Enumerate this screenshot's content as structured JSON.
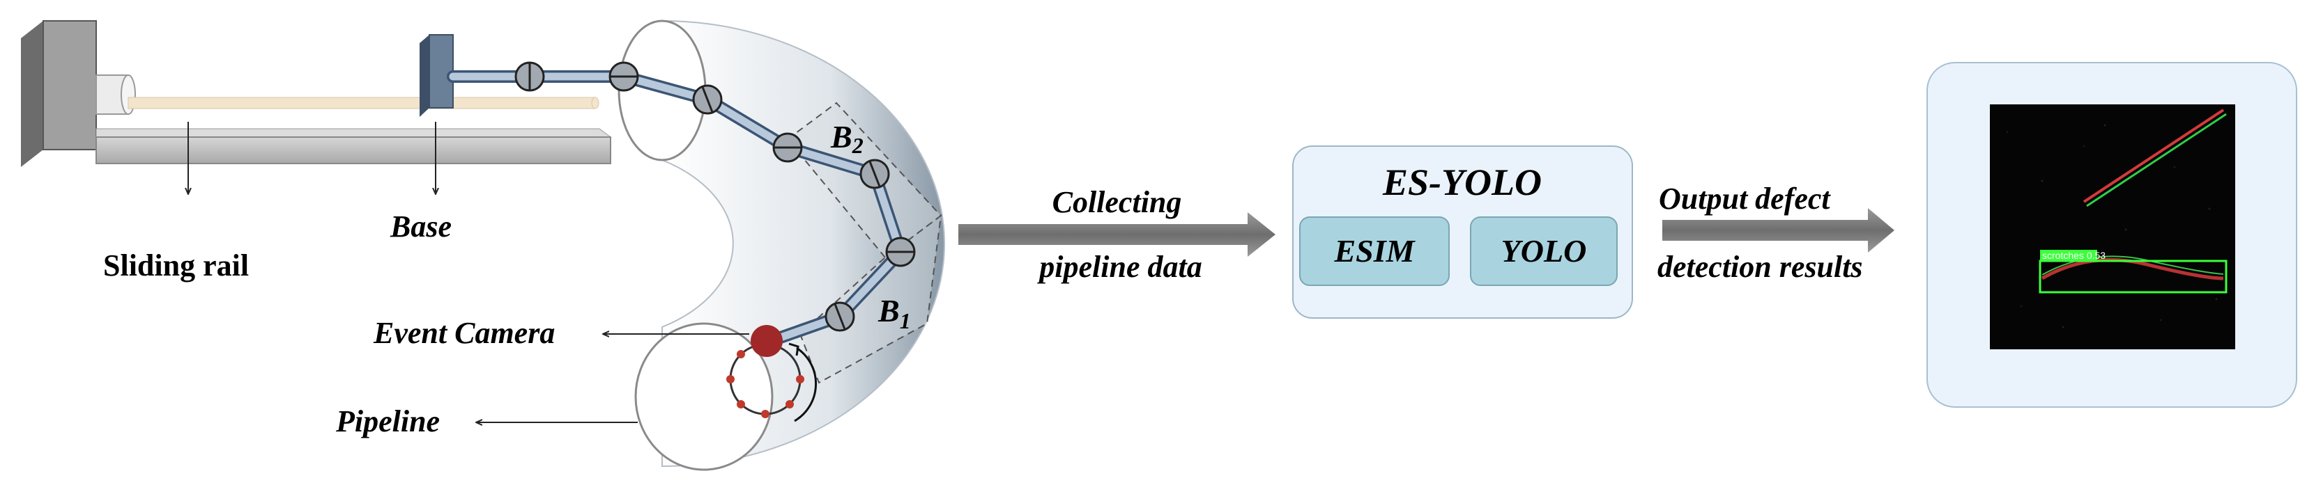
{
  "labels": {
    "sliding_rail": "Sliding rail",
    "base": "Base",
    "event_camera": "Event Camera",
    "pipeline": "Pipeline",
    "b2_letter": "B",
    "b2_sub": "2",
    "b1_letter": "B",
    "b1_sub": "1",
    "collecting_line1": "Collecting",
    "collecting_line2": "pipeline data",
    "output_line1": "Output defect",
    "output_line2": "detection results"
  },
  "model": {
    "title": "ES-YOLO",
    "module_left": "ESIM",
    "module_right": "YOLO"
  },
  "detection": {
    "class_label": "scrotches",
    "confidence": "0.53"
  },
  "colors": {
    "arrow": "#777777",
    "model_panel": "#eaf3fb",
    "module_box": "#a9d4df",
    "camera": "#a02828",
    "arm": "#9fb4cc",
    "detect_box": "#3cff3c"
  }
}
